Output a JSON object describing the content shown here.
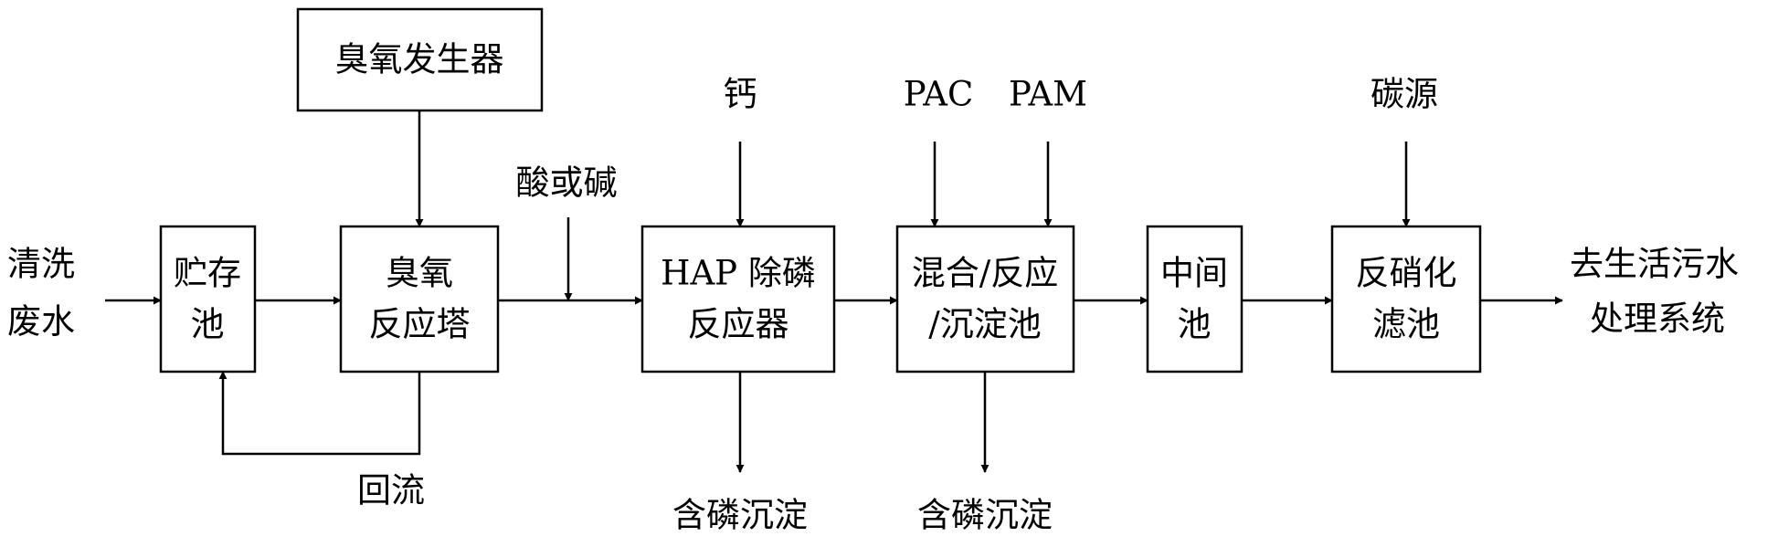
{
  "nodes": {
    "ozone_generator": {
      "label": "臭氧发生器"
    },
    "storage": {
      "line1": "贮存",
      "line2": "池"
    },
    "ozone_tower": {
      "line1": "臭氧",
      "line2": "反应塔"
    },
    "hap_reactor": {
      "line1": "HAP 除磷",
      "line2": "反应器"
    },
    "mix_tank": {
      "line1": "混合/反应",
      "line2": "/沉淀池"
    },
    "middle_tank": {
      "line1": "中间",
      "line2": "池"
    },
    "denitrify": {
      "line1": "反硝化",
      "line2": "滤池"
    }
  },
  "labels": {
    "input_line1": "清洗",
    "input_line2": "废水",
    "output_line1": "去生活污水",
    "output_line2": "处理系统",
    "acid_base": "酸或碱",
    "calcium": "钙",
    "pac": "PAC",
    "pam": "PAM",
    "carbon": "碳源",
    "reflux": "回流",
    "sediment1": "含磷沉淀",
    "sediment2": "含磷沉淀"
  }
}
